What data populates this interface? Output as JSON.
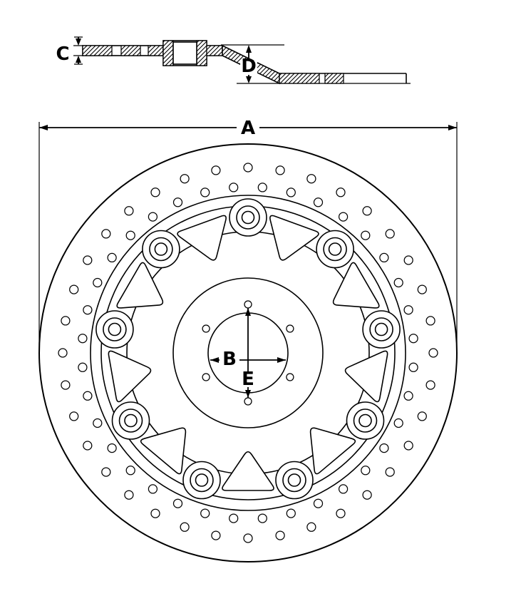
{
  "diagram": {
    "background_color": "#ffffff",
    "line_color": "#000000",
    "labels": {
      "outer_diameter": "A",
      "center_bore": "B",
      "thickness": "C",
      "offset_height": "D",
      "bolt_circle": "E"
    },
    "geometry": {
      "drill_hole_rows": [
        {
          "count": 36,
          "radius": 260,
          "start_angle": 90,
          "hole_radius": 6
        },
        {
          "count": 36,
          "radius": 233,
          "start_angle": 95,
          "hole_radius": 6
        }
      ],
      "floating_buttons": {
        "count": 9,
        "pitch_radius": 190,
        "start_angle": 90,
        "lobe_radius": 26,
        "outer_radius": 16,
        "inner_radius": 8.5
      },
      "carrier_cutouts": {
        "count": 9,
        "start_angle": 110,
        "apex_radius": 135,
        "base_radius": 197,
        "half_angle": 11.5,
        "corner_radius": 9
      },
      "hub_bolt_holes": {
        "count": 6,
        "circle_radius": 68,
        "start_angle": 90,
        "hole_radius": 5
      }
    }
  }
}
